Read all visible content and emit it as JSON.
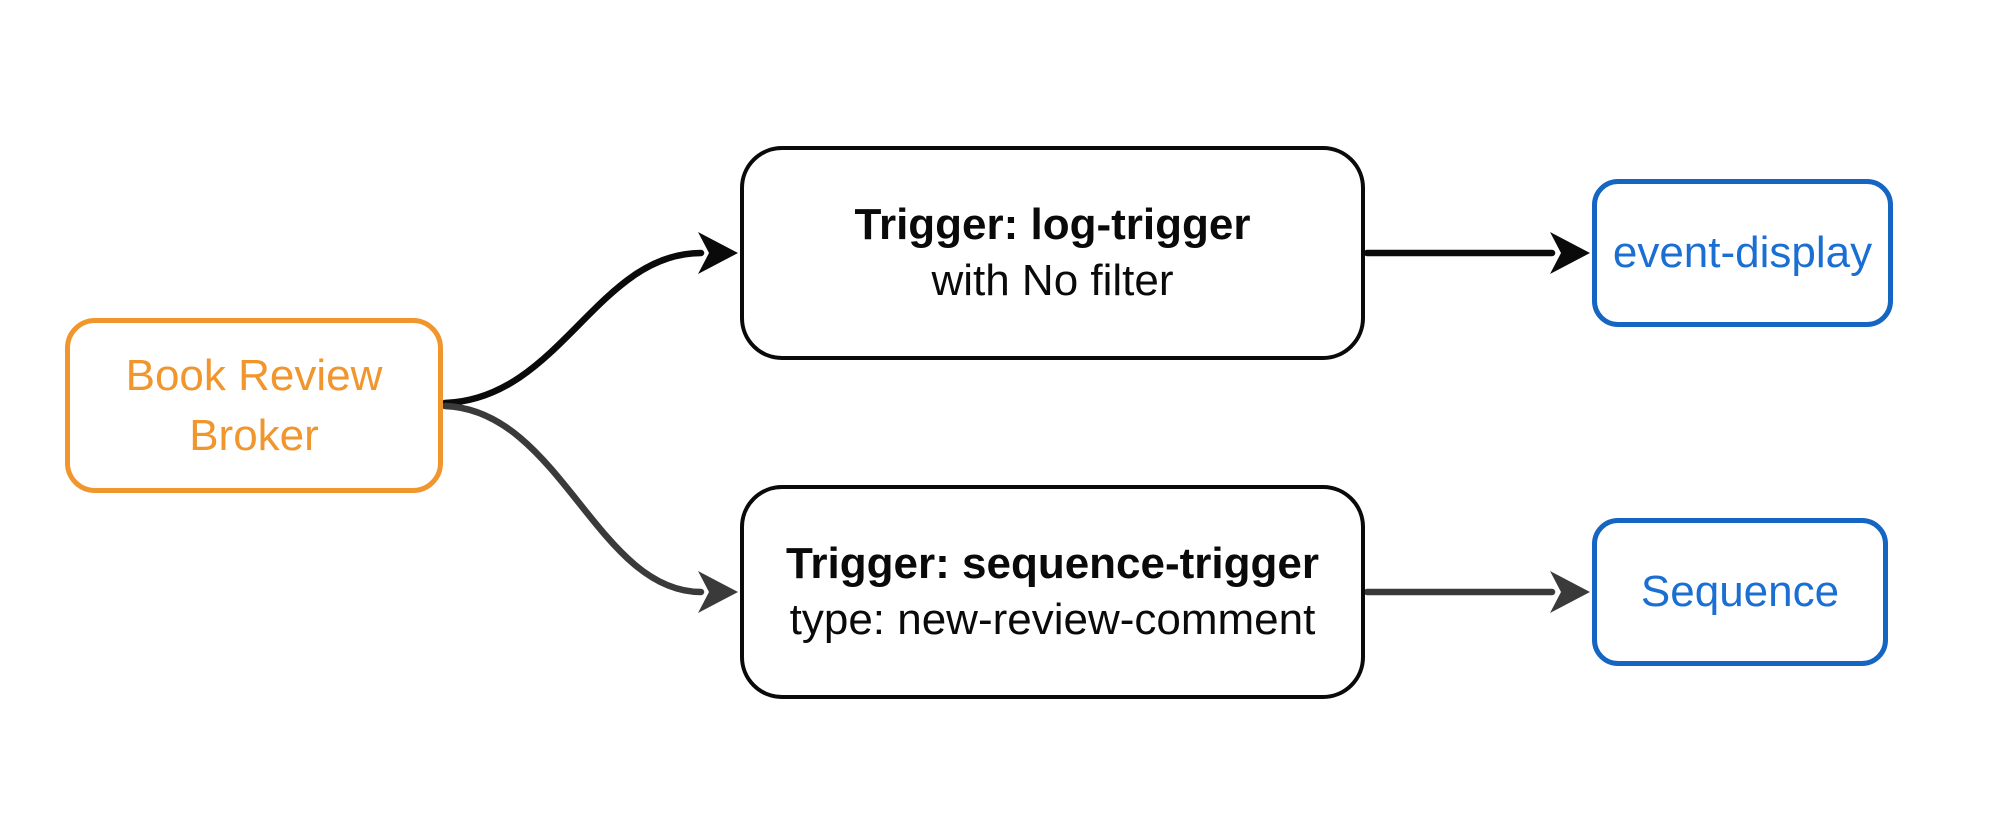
{
  "diagram": {
    "nodes": {
      "broker": {
        "label_lines": [
          "Book Review",
          "Broker"
        ]
      },
      "log_trigger": {
        "title": "Trigger: log-trigger",
        "subtitle": "with No filter"
      },
      "sequence_trigger": {
        "title": "Trigger: sequence-trigger",
        "subtitle": "type: new-review-comment"
      },
      "event_display": {
        "label": "event-display"
      },
      "sequence": {
        "label": "Sequence"
      }
    },
    "colors": {
      "background": "#FFFFFF",
      "broker_accent": "#F0962D",
      "node_border": "#0A0A0A",
      "node_text": "#0A0A0A",
      "sink_border": "#1565C2",
      "sink_text": "#1B6FD3",
      "edge_primary": "#0A0A0A",
      "edge_secondary": "#3A3A3A"
    }
  }
}
